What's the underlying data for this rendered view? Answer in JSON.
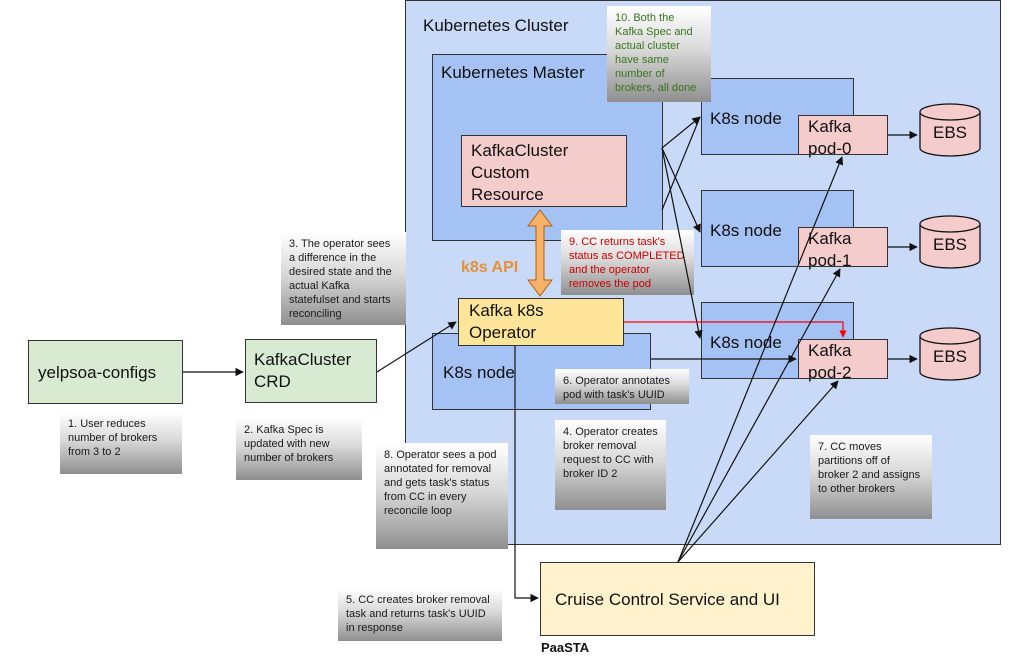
{
  "cluster": {
    "title": "Kubernetes Cluster"
  },
  "master": {
    "title": "Kubernetes Master"
  },
  "crd_resource": {
    "line1": "KafkaCluster",
    "line2": "Custom",
    "line3": "Resource"
  },
  "k8s_api": "k8s API",
  "operator": {
    "line1": "Kafka k8s",
    "line2": "Operator"
  },
  "operator_node": "K8s node",
  "nodes": [
    {
      "label": "K8s node",
      "pod_line1": "Kafka",
      "pod_line2": "pod-0",
      "storage": "EBS"
    },
    {
      "label": "K8s node",
      "pod_line1": "Kafka",
      "pod_line2": "pod-1",
      "storage": "EBS"
    },
    {
      "label": "K8s node",
      "pod_line1": "Kafka",
      "pod_line2": "pod-2",
      "storage": "EBS"
    }
  ],
  "yelpsoa": "yelpsoa-configs",
  "kafka_crd": {
    "line1": "KafkaCluster",
    "line2": "CRD"
  },
  "cruise_control": "Cruise Control Service and UI",
  "paasta": "PaaSTA",
  "steps": {
    "s1": "1. User reduces number of brokers from 3 to 2",
    "s2": "2. Kafka Spec is updated with new number of brokers",
    "s3": "3. The operator sees a difference in the desired state and the actual Kafka statefulset and starts reconciling",
    "s4": "4. Operator creates broker removal request to CC with broker ID 2",
    "s5": "5. CC creates broker removal task and returns task's UUID in response",
    "s6": "6. Operator annotates pod with task's UUID",
    "s7": "7. CC moves partitions off of broker 2 and assigns to other brokers",
    "s8": "8. Operator sees a pod annotated for removal and gets task's status from CC in every reconcile loop",
    "s9": "9. CC returns task's status as COMPLETED and the operator removes the pod",
    "s10": "10. Both the Kafka Spec and actual cluster have same number of brokers, all done"
  },
  "colors": {
    "cluster": "#c9daf8",
    "node": "#a4c2f4",
    "pod": "#f4cccc",
    "green": "#d9ead3",
    "operator": "#ffe599",
    "cruise": "#fff2cc",
    "api_arrow": "#f6b26b",
    "api_text": "#e69138",
    "red_arrow": "#ff0000",
    "note10_text": "#38761d",
    "note9_text": "#cc0000"
  }
}
